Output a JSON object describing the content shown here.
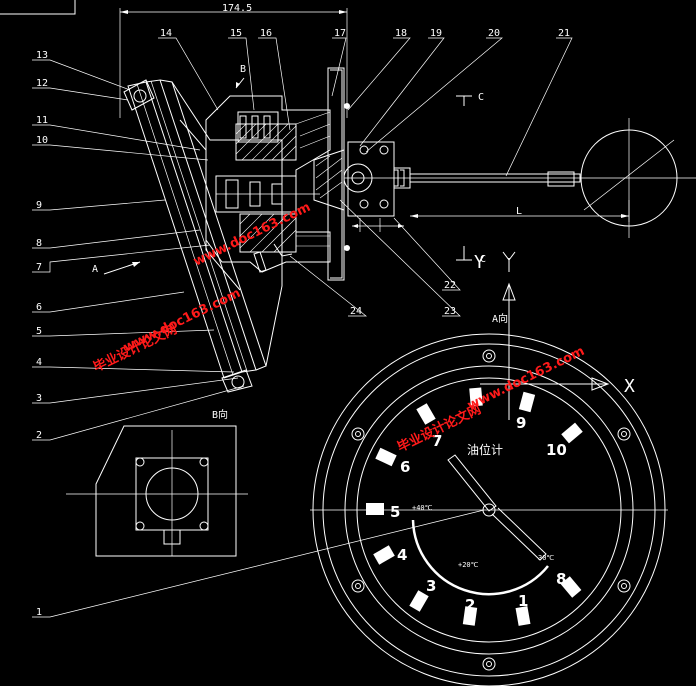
{
  "dimensions": {
    "top": "174.5",
    "length": "L"
  },
  "view_labels": {
    "view_a_arrow": "A",
    "view_b_arrow": "B",
    "view_b": "B向",
    "view_a": "A向",
    "section_c1": "C",
    "section_c2": "C"
  },
  "axes": {
    "x": "X",
    "y": "Y"
  },
  "dial": {
    "title": "油位计",
    "numbers": [
      "1",
      "2",
      "3",
      "4",
      "5",
      "6",
      "7",
      "8",
      "9",
      "10"
    ],
    "scale_low": "+20℃",
    "scale_high": "+40℃",
    "scale_other": "30℃"
  },
  "part_numbers": [
    "1",
    "2",
    "3",
    "4",
    "5",
    "6",
    "7",
    "8",
    "9",
    "10",
    "11",
    "12",
    "13",
    "14",
    "15",
    "16",
    "17",
    "18",
    "19",
    "20",
    "21",
    "22",
    "23",
    "24"
  ],
  "watermarks": {
    "cn_1": "毕业设计论文网",
    "url_1": "www.doc163.com",
    "cn_2": "毕业设计论文网",
    "url_2": "www.doc163.com",
    "url_3": "www.doc163.com"
  }
}
